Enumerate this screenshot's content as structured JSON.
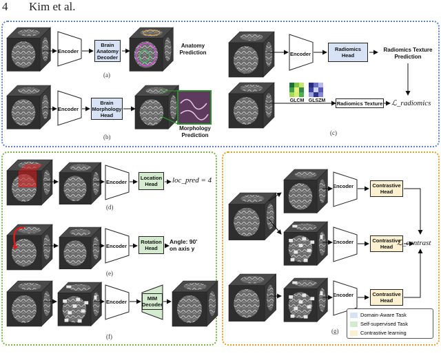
{
  "header": {
    "page_number": "4",
    "authors": "Kim et al."
  },
  "panels": {
    "a": {
      "label": "(a)",
      "encoder": "Encoder",
      "head": "Brain\nAnatomy\nDecoder",
      "output": "Anatomy\nPrediction"
    },
    "b": {
      "label": "(b)",
      "encoder": "Encoder",
      "head": "Brain\nMorphology\nHead",
      "output": "Morphology\nPrediction"
    },
    "c": {
      "label": "(c)",
      "encoder": "Encoder",
      "head": "Radiomics\nHead",
      "output": "Radiomics Texture\nPrediction",
      "glcm": "GLCM",
      "glszm": "GLSZM",
      "texture_box": "Radiomics Texture",
      "loss": "ℒ_radiomics"
    },
    "d": {
      "label": "(d)",
      "encoder": "Encoder",
      "head": "Location\nHead",
      "output": "loc_pred = 4"
    },
    "e": {
      "label": "(e)",
      "encoder": "Encoder",
      "head": "Rotation\nHead",
      "output": "Angle: 90'\non axis y"
    },
    "f": {
      "label": "(f)",
      "encoder": "Encoder",
      "head": "MIM\nDecoder"
    },
    "g": {
      "label": "(g)",
      "encoder": "Encoder",
      "head": "Contrastive\nHead",
      "loss": "ℒ_contrast"
    }
  },
  "legend": [
    {
      "label": "Domain-Aware Task",
      "color": "#d7e3f4"
    },
    {
      "label": "Self-supervised Task",
      "color": "#d4ebcf"
    },
    {
      "label": "Contrastive learning",
      "color": "#fbf0cf"
    }
  ],
  "colors": {
    "blue_border": "#5b7fc4",
    "green_border": "#79b04a",
    "orange_border": "#e2a02a"
  }
}
